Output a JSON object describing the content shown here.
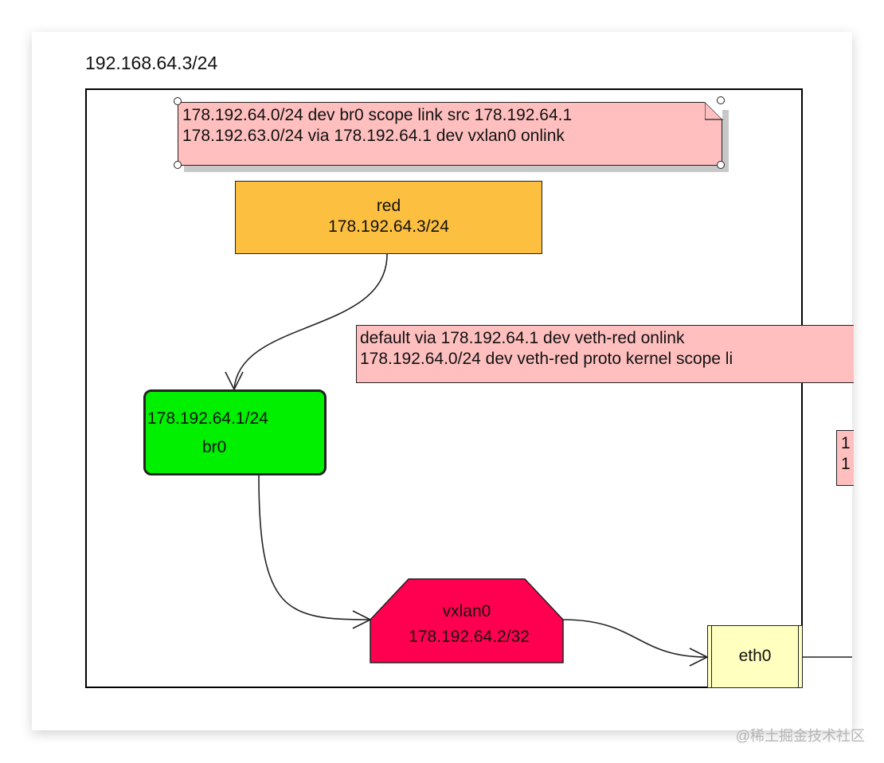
{
  "host": {
    "label": "192.168.64.3/24"
  },
  "notes": {
    "br0_routes": [
      "178.192.64.0/24 dev br0 scope link src 178.192.64.1",
      "178.192.63.0/24 via 178.192.64.1 dev vxlan0 onlink"
    ],
    "red_routes": [
      "default via 178.192.64.1 dev veth-red onlink",
      "178.192.64.0/24 dev veth-red proto kernel scope li"
    ],
    "clipped_right": [
      "1",
      "1"
    ]
  },
  "nodes": {
    "red": {
      "name": "red",
      "ip": "178.192.64.3/24",
      "color": "#fdbf3f"
    },
    "br0": {
      "ip": "178.192.64.1/24",
      "name": "br0",
      "color": "#00f000"
    },
    "vxlan0": {
      "name": "vxlan0",
      "ip": "178.192.64.2/32",
      "color": "#ff0050"
    },
    "eth0": {
      "name": "eth0",
      "color": "#ffffc0"
    }
  },
  "note_color": "#ffbfbf",
  "watermark": "@稀土掘金技术社区"
}
